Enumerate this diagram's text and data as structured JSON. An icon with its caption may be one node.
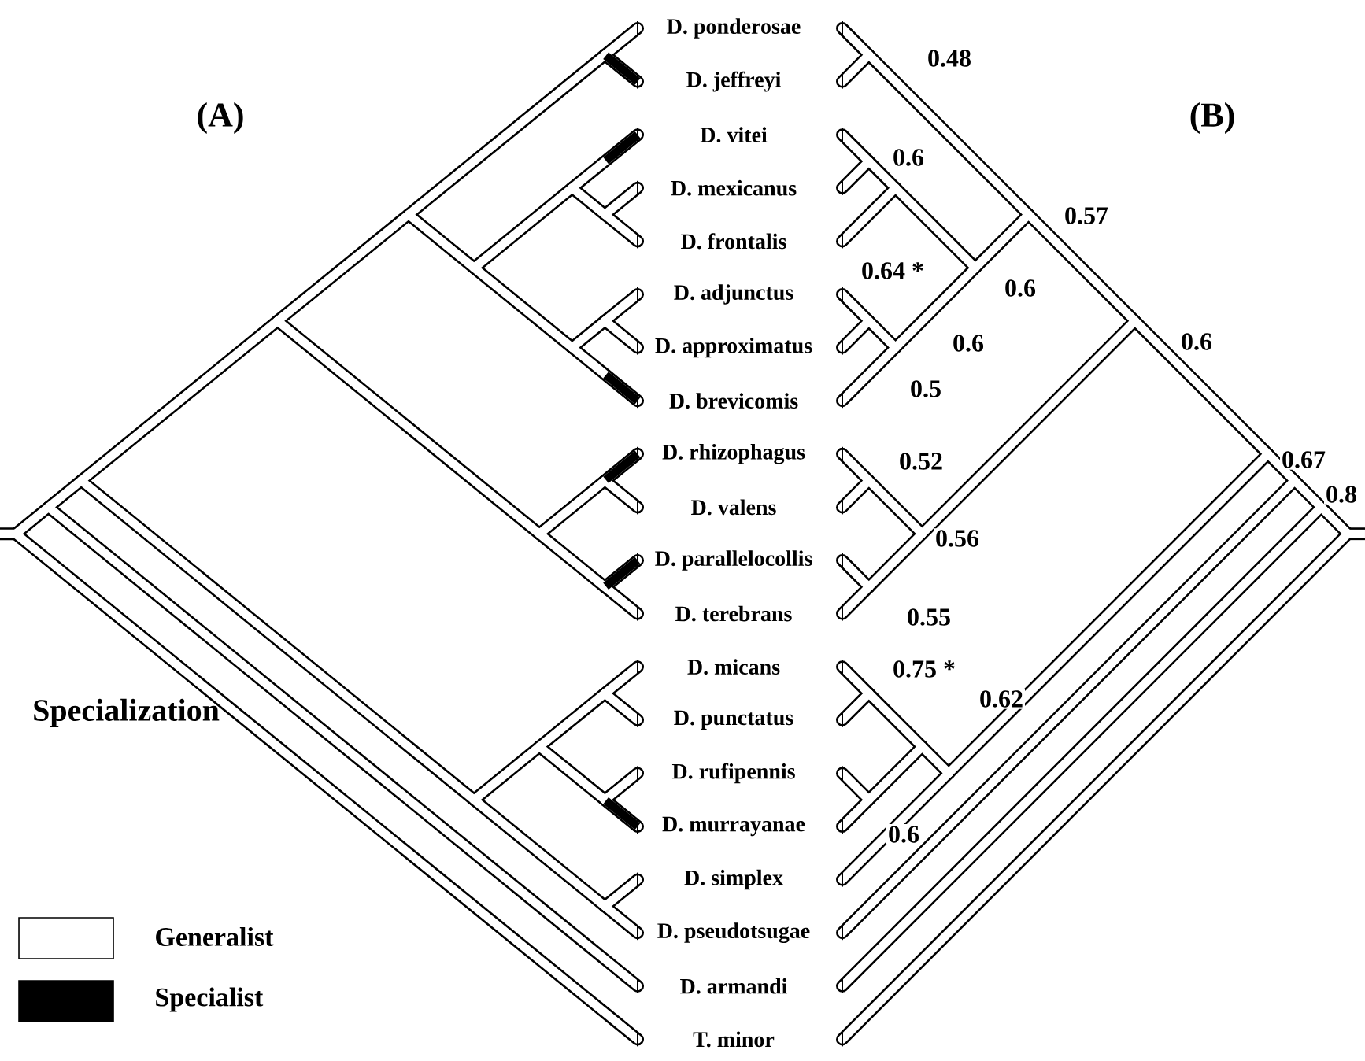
{
  "diagram": {
    "labels": [
      "(A)",
      "(B)",
      "D. ponderosae",
      "D. jeffreyi",
      "D. vitei",
      "D. mexicanus",
      "D. frontalis",
      "D. adjunctus",
      "D. approximatus",
      "D. brevicomis",
      "D. rhizophagus",
      "D. valens",
      "D. parallelocollis",
      "D. terebrans",
      "D. micans",
      "D. punctatus",
      "D. rufipennis",
      "D. murrayanae",
      "D. simplex",
      "D. pseudotsugae",
      "D. armandi",
      "T. minor",
      "0.48",
      "0.6",
      "0.57",
      "0.64 *",
      "0.6",
      "0.6",
      "0.6",
      "0.5",
      "0.52",
      "0.67",
      "0.8",
      "0.56",
      "0.55",
      "0.75 *",
      "0.62",
      "0.6",
      "Specialization"
    ],
    "legend": [
      {
        "text": "Generalist"
      },
      {
        "text": "Specialist",
        "color": "#000000"
      }
    ]
  }
}
